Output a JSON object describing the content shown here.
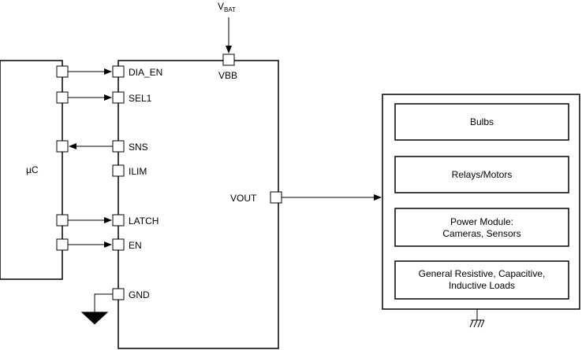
{
  "colors": {
    "stroke": "#000000",
    "background": "#ffffff",
    "ground": "#000000"
  },
  "supply": {
    "main": "V",
    "sub": "BAT"
  },
  "microcontroller": {
    "label": "µC"
  },
  "device": {
    "pins_left": [
      "DIA_EN",
      "SEL1",
      "SNS",
      "ILIM",
      "LATCH",
      "EN",
      "GND"
    ],
    "pin_top": "VBB",
    "pin_right": "VOUT"
  },
  "loads": [
    {
      "lines": [
        "Bulbs"
      ]
    },
    {
      "lines": [
        "Relays/Motors"
      ]
    },
    {
      "lines": [
        "Power Module:",
        "Cameras, Sensors"
      ]
    },
    {
      "lines": [
        "General Resistive, Capacitive,",
        "Inductive Loads"
      ]
    }
  ],
  "icons": {
    "ground": "ground-icon",
    "chassis_ground": "chassis-ground-icon"
  }
}
